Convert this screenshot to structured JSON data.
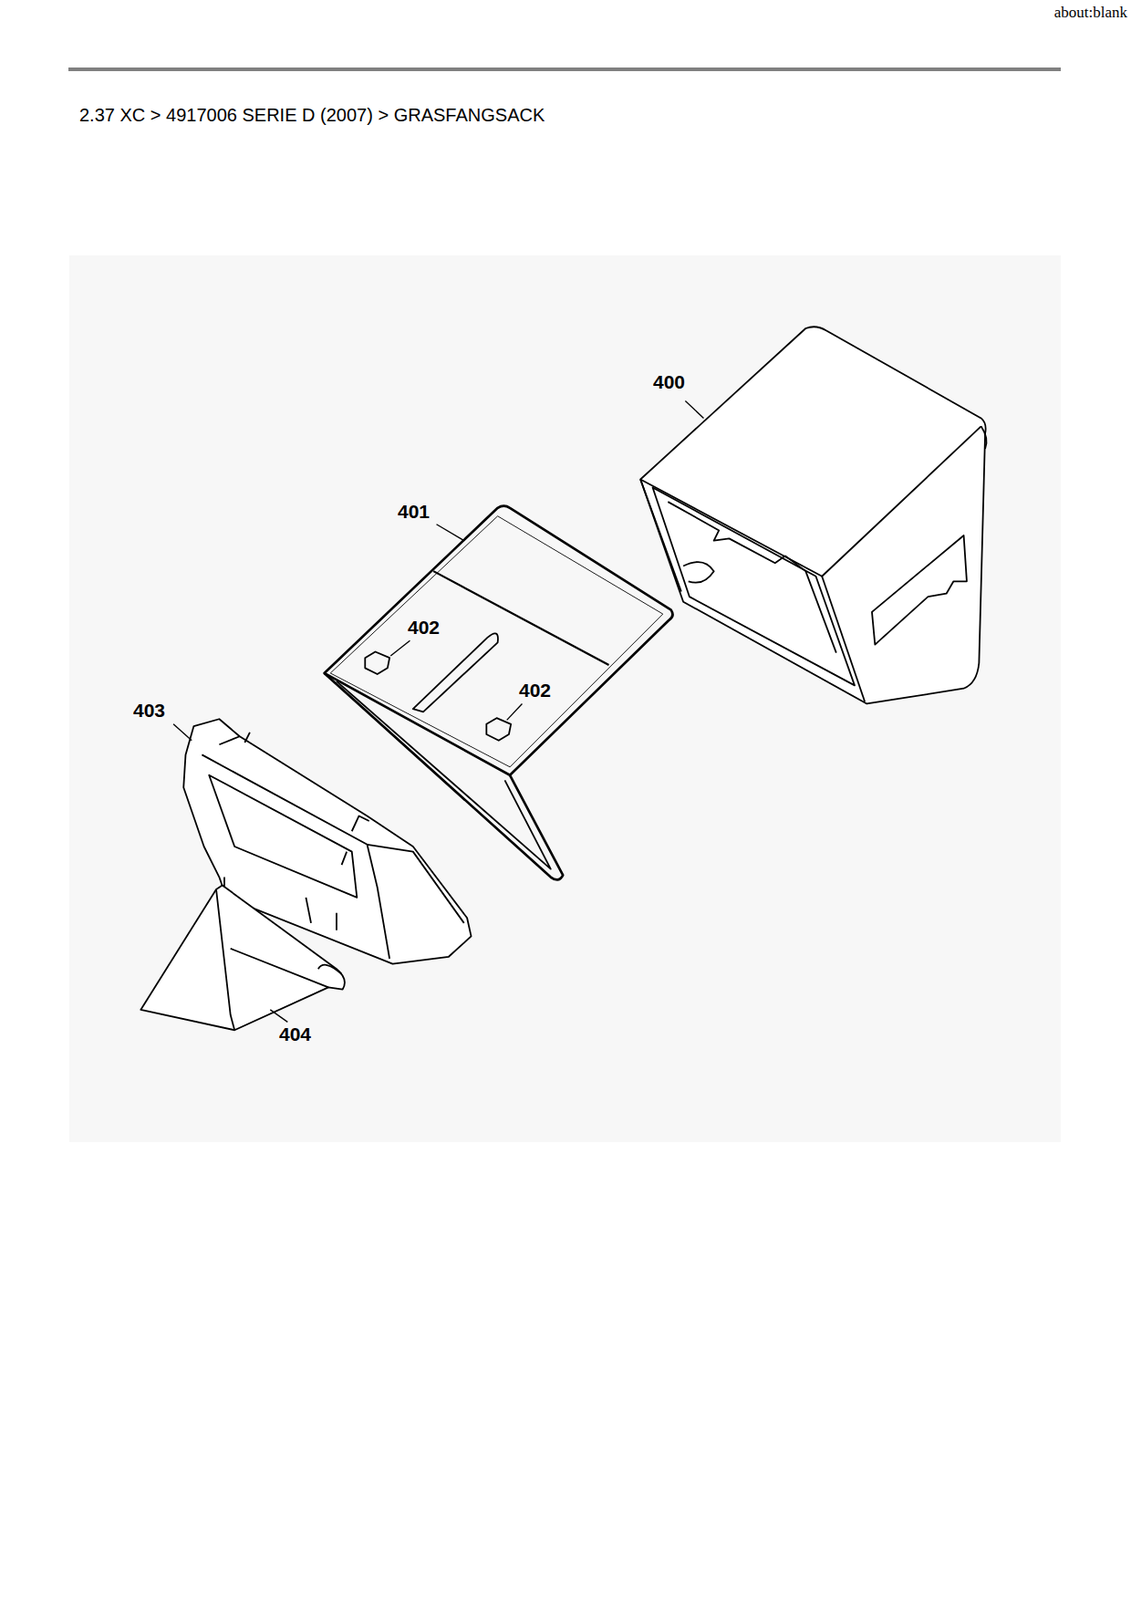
{
  "diagram": {
    "title": "2.37 XC > 4917006 SERIE D (2007) > GRASFANGSACK",
    "labels": [
      "about:blank",
      "400",
      "401",
      "402",
      "402",
      "403",
      "404"
    ]
  }
}
